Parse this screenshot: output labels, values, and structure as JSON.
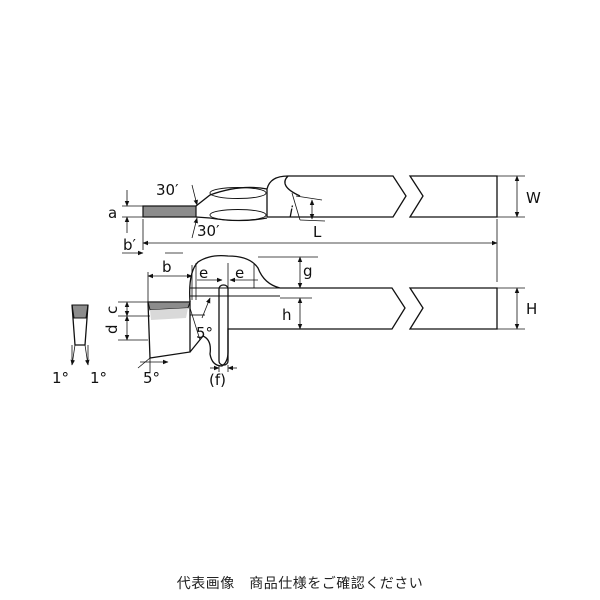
{
  "labels": {
    "a": "a",
    "angle_top": "30′",
    "angle_bottom": "30′",
    "i": "i",
    "L": "L",
    "W": "W",
    "b_prime": "b′",
    "b": "b",
    "e_left": "e",
    "e_right": "e",
    "g": "g",
    "h": "h",
    "H": "H",
    "c": "c",
    "d": "d",
    "angle_5_inner": "5°",
    "angle_5_bottom": "5°",
    "f": "(f)",
    "angle_1_left": "1°",
    "angle_1_right": "1°"
  },
  "footer": {
    "caption": "代表画像　商品仕様をご確認ください"
  }
}
